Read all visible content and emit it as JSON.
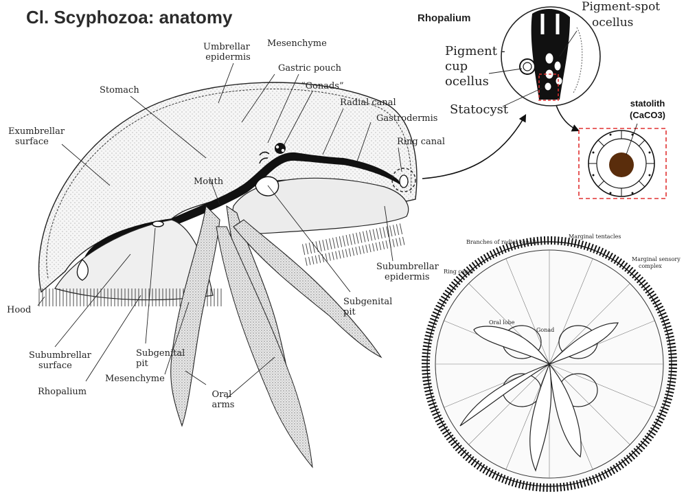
{
  "title": "Cl. Scyphozoa: anatomy",
  "rhopalium_title": "Rhopalium",
  "statolith": {
    "line1": "statolith",
    "line2": "(CaCO3)",
    "fill_color": "#5a2d0c"
  },
  "inset_border_color": "#e03030",
  "labels": {
    "umbrellar_epidermis": [
      "Umbrellar",
      "epidermis"
    ],
    "mesenchyme_top": "Mesenchyme",
    "gastric_pouch": "Gastric pouch",
    "gonads": "“Gonads”",
    "radial_canal": "Radial canal",
    "gastrodermis": "Gastrodermis",
    "ring_canal": "Ring canal",
    "stomach": "Stomach",
    "exumbrellar_surface": [
      "Exumbrellar",
      "surface"
    ],
    "mouth": "Mouth",
    "subumbrellar_epidermis": [
      "Subumbrellar",
      "epidermis"
    ],
    "subgenital_pit_right": [
      "Subgenital",
      "pit"
    ],
    "hood": "Hood",
    "subgenital_pit_left": [
      "Subgenital",
      "pit"
    ],
    "subumbrellar_surface": [
      "Subumbrellar",
      "surface"
    ],
    "mesenchyme_bottom": "Mesenchyme",
    "rhopalium": "Rhopalium",
    "oral_arms": [
      "Oral",
      "arms"
    ]
  },
  "rhopalium_labels": {
    "pigment_spot_ocellus": [
      "Pigment-spot",
      "ocellus"
    ],
    "pigment_cup_ocellus": [
      "Pigment -",
      "cup",
      "ocellus"
    ],
    "statocyst": "Statocyst"
  },
  "oral_view_labels": {
    "branches_radial_canals": "Branches of radial canals",
    "marginal_tentacles": "Marginal tentacles",
    "marginal_sensory_complex": [
      "Marginal sensory",
      "complex"
    ],
    "ring_canal": "Ring canal",
    "oral_lobe": "Oral lobe",
    "gonad": "Gonad"
  }
}
